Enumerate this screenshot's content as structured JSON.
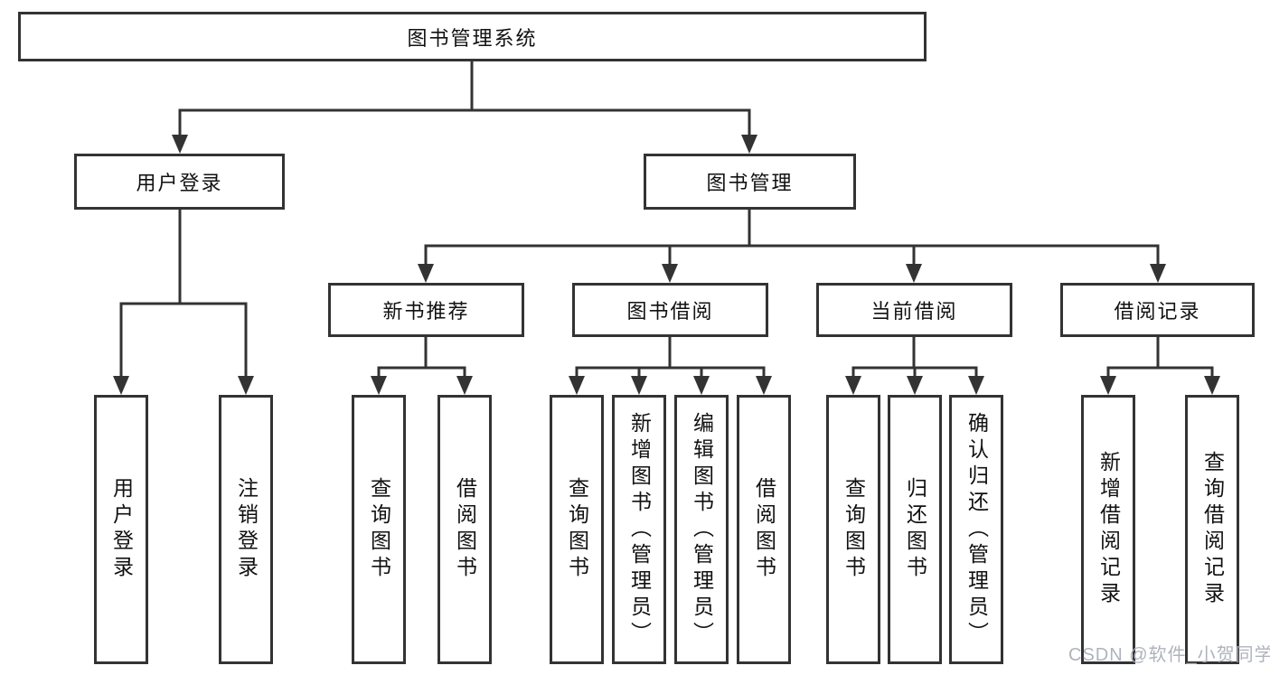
{
  "diagram": {
    "type": "hierarchy-flowchart",
    "colors": {
      "line": "#333333",
      "box_border": "#333333",
      "box_bg": "#ffffff",
      "text": "#111111",
      "watermark": "#aaafb9"
    },
    "root": {
      "label": "图书管理系统"
    },
    "branches": [
      {
        "label": "用户登录",
        "children": [
          {
            "label": "用户登录"
          },
          {
            "label": "注销登录"
          }
        ]
      },
      {
        "label": "图书管理",
        "children": [
          {
            "label": "新书推荐",
            "children": [
              {
                "label": "查询图书"
              },
              {
                "label": "借阅图书"
              }
            ]
          },
          {
            "label": "图书借阅",
            "children": [
              {
                "label": "查询图书"
              },
              {
                "label": "新增图书（管理员）"
              },
              {
                "label": "编辑图书（管理员）"
              },
              {
                "label": "借阅图书"
              }
            ]
          },
          {
            "label": "当前借阅",
            "children": [
              {
                "label": "查询图书"
              },
              {
                "label": "归还图书"
              },
              {
                "label": "确认归还（管理员）"
              }
            ]
          },
          {
            "label": "借阅记录",
            "children": [
              {
                "label": "新增借阅记录"
              },
              {
                "label": "查询借阅记录"
              }
            ]
          }
        ]
      }
    ],
    "watermark": "CSDN @软件_小贺同学"
  }
}
